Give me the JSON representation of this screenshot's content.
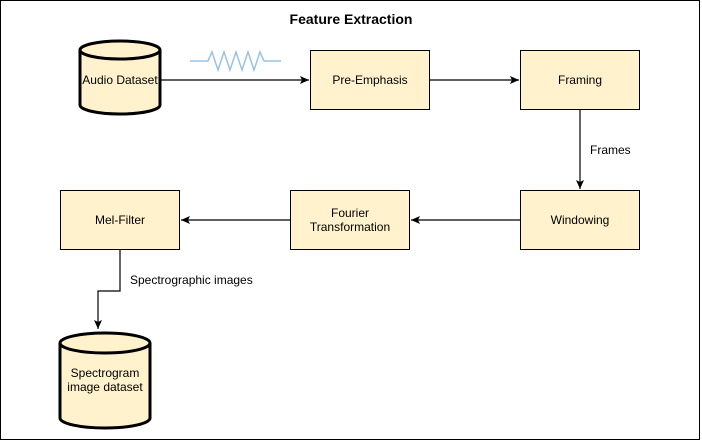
{
  "title": "Feature Extraction",
  "nodes": {
    "audio_dataset": "Audio Dataset",
    "pre_emphasis": "Pre-Emphasis",
    "framing": "Framing",
    "windowing": "Windowing",
    "fourier": "Fourier Transformation",
    "mel_filter": "Mel-Filter",
    "spectrogram_line1": "Spectrogram",
    "spectrogram_line2": "image dataset"
  },
  "edge_labels": {
    "frames": "Frames",
    "spectrographic": "Spectrographic images"
  },
  "colors": {
    "box_fill": "#fff2cc",
    "stroke": "#000000",
    "resistor": "#99c2e6"
  },
  "icons": {
    "signal": "resistor-zigzag-icon"
  }
}
